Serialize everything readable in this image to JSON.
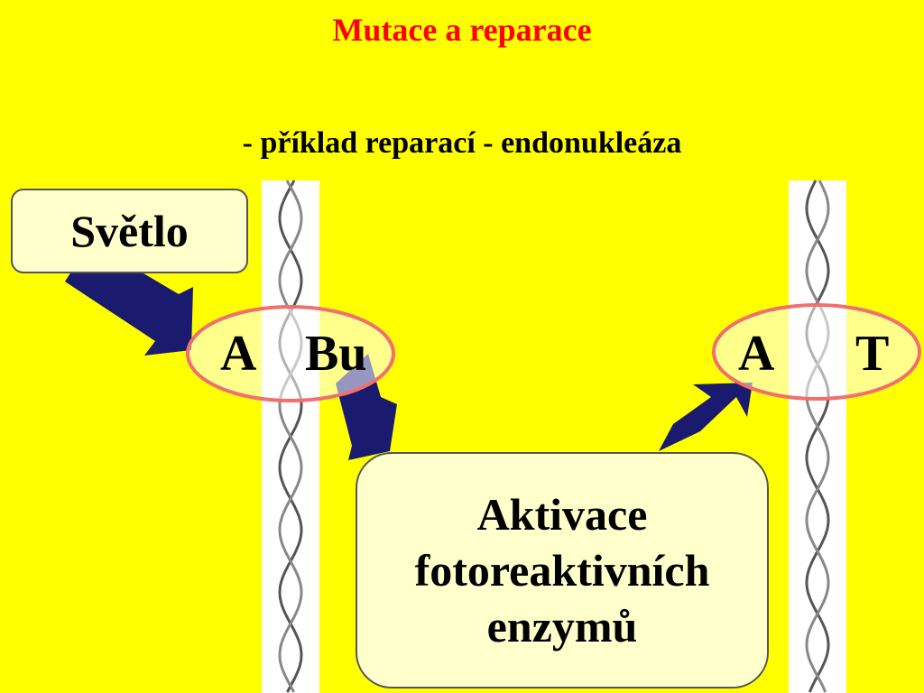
{
  "title": "Mutace a reparace",
  "subtitle": "- příklad reparací - endonukleáza",
  "light_box": {
    "label": "Světlo"
  },
  "enzyme_box": {
    "lines": [
      "Aktivace",
      "fotoreaktivních",
      "enzymů"
    ]
  },
  "pair_damaged": {
    "left": "A",
    "right": "Bu"
  },
  "pair_repaired": {
    "left": "A",
    "right": "T"
  },
  "colors": {
    "background": "#ffff00",
    "title": "#ff0000",
    "arrow": "#1a1a6e",
    "ellipse_stroke": "#f07070",
    "box_fill": "#ffffcc",
    "helix": "#555555"
  }
}
